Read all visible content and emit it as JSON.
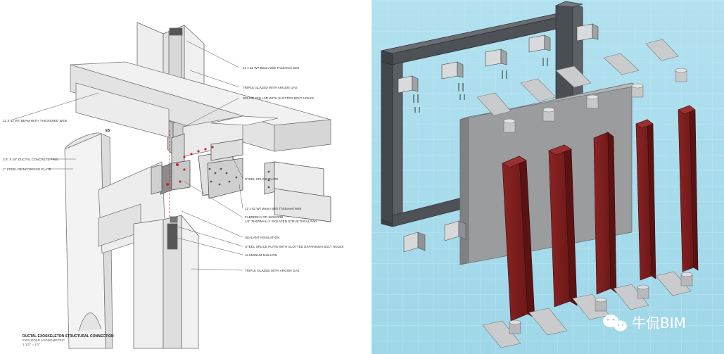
{
  "left_drawing": {
    "label_e5": "E5",
    "labels": {
      "beam_top": "12 x 52 WT Beam With Thickened Web",
      "triple_glazed_top": "TRIPLE GLAZED WITH ARGON GAS",
      "splice_collar": "SPLICE COLLAR WITH SLOTTED BOLT HOLES",
      "beam_left": "12 X 52 WT BEAM WITH THICKENED WEB",
      "ductal_fins": "3.5\" X 16\" DUCTAL CONCRETE FINS",
      "steel_plate": "1\" STEEL REINFORCING PLATE",
      "steel_splice": "STEEL SPLICE PLATE",
      "beam_lower": "12 x 52 WT Beam With Thickened Web",
      "fabreeka_1": "FABREEKA OR ISOKORB",
      "fabreeka_2": "1/4\" THERMALLY ISOLATED STRUCTURAL PAD",
      "sealant": "SEALANT INSULATION",
      "splice_plate_slotted": "STEEL SPLICE PLATE WITH SLOTTED EXPANSION BOLT HOLES",
      "mullion": "ALUMINUM MULLION",
      "triple_glazed_bottom": "TRIPLE GLAZED WITH ARGON GAS"
    },
    "caption": {
      "line1": "DUCTAL EXOSKELETON STRUCTURAL CONNECTION",
      "line2": "EXPLODED AXONOMETRIC",
      "line3": "1 1/2\" = 1'0\""
    }
  },
  "right_model": {
    "watermark": "牛侃BIM",
    "colors": {
      "background": "#a9dceb",
      "frame": "#4e5257",
      "panel": "#9a9b9c",
      "fins": "#7a1c1c",
      "brackets": "#d4d6d8"
    }
  }
}
